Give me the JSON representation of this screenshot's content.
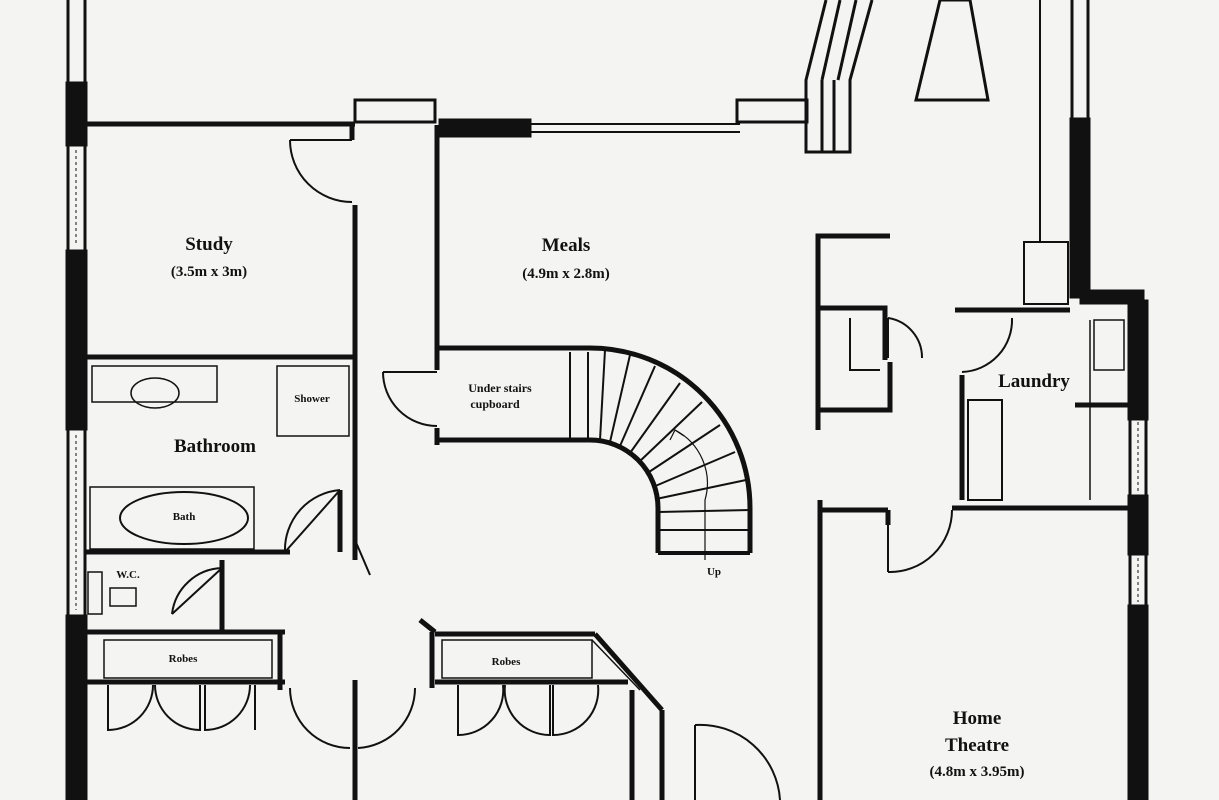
{
  "rooms": {
    "study": {
      "name": "Study",
      "size": "(3.5m x 3m)"
    },
    "meals": {
      "name": "Meals",
      "size": "(4.9m x 2.8m)"
    },
    "bathroom": {
      "name": "Bathroom"
    },
    "laundry": {
      "name": "Laundry"
    },
    "home_theatre": {
      "name_line1": "Home",
      "name_line2": "Theatre",
      "size": "(4.8m x 3.95m)"
    }
  },
  "fixtures": {
    "shower": "Shower",
    "bath": "Bath",
    "wc": "W.C.",
    "under_stairs_line1": "Under stairs",
    "under_stairs_line2": "cupboard",
    "robes_left": "Robes",
    "robes_right": "Robes",
    "stair_up": "Up"
  },
  "colors": {
    "ink": "#111111",
    "paper": "#f4f4f2"
  }
}
